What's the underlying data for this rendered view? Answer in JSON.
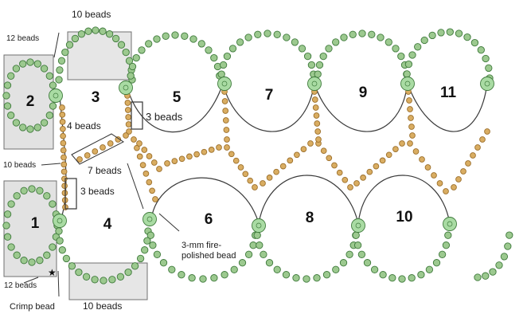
{
  "loop_numbers": [
    "1",
    "2",
    "3",
    "4",
    "5",
    "6",
    "7",
    "8",
    "9",
    "10",
    "11"
  ],
  "labels": {
    "ten_beads_top": "10 beads",
    "twelve_beads_top": "12 beads",
    "four_beads": "4 beads",
    "three_beads_right": "3 beads",
    "ten_beads_left": "10 beads",
    "seven_beads": "7 beads",
    "three_beads_lower": "3 beads",
    "fire_polished_line1": "3-mm fire-",
    "fire_polished_line2": "polished bead",
    "twelve_beads_bottom": "12 beads",
    "crimp_bead": "Crimp bead",
    "ten_beads_bottom": "10 beads"
  },
  "colors": {
    "seed_bead": "#9cc98f",
    "seed_bead_edge": "#3f7a3c",
    "fire_polished": "#a9dba3",
    "gold_bead": "#d9ad62",
    "gold_edge": "#9c6f2a",
    "box_fill": "#e3e3e3",
    "thread": "#3a3a3a"
  }
}
